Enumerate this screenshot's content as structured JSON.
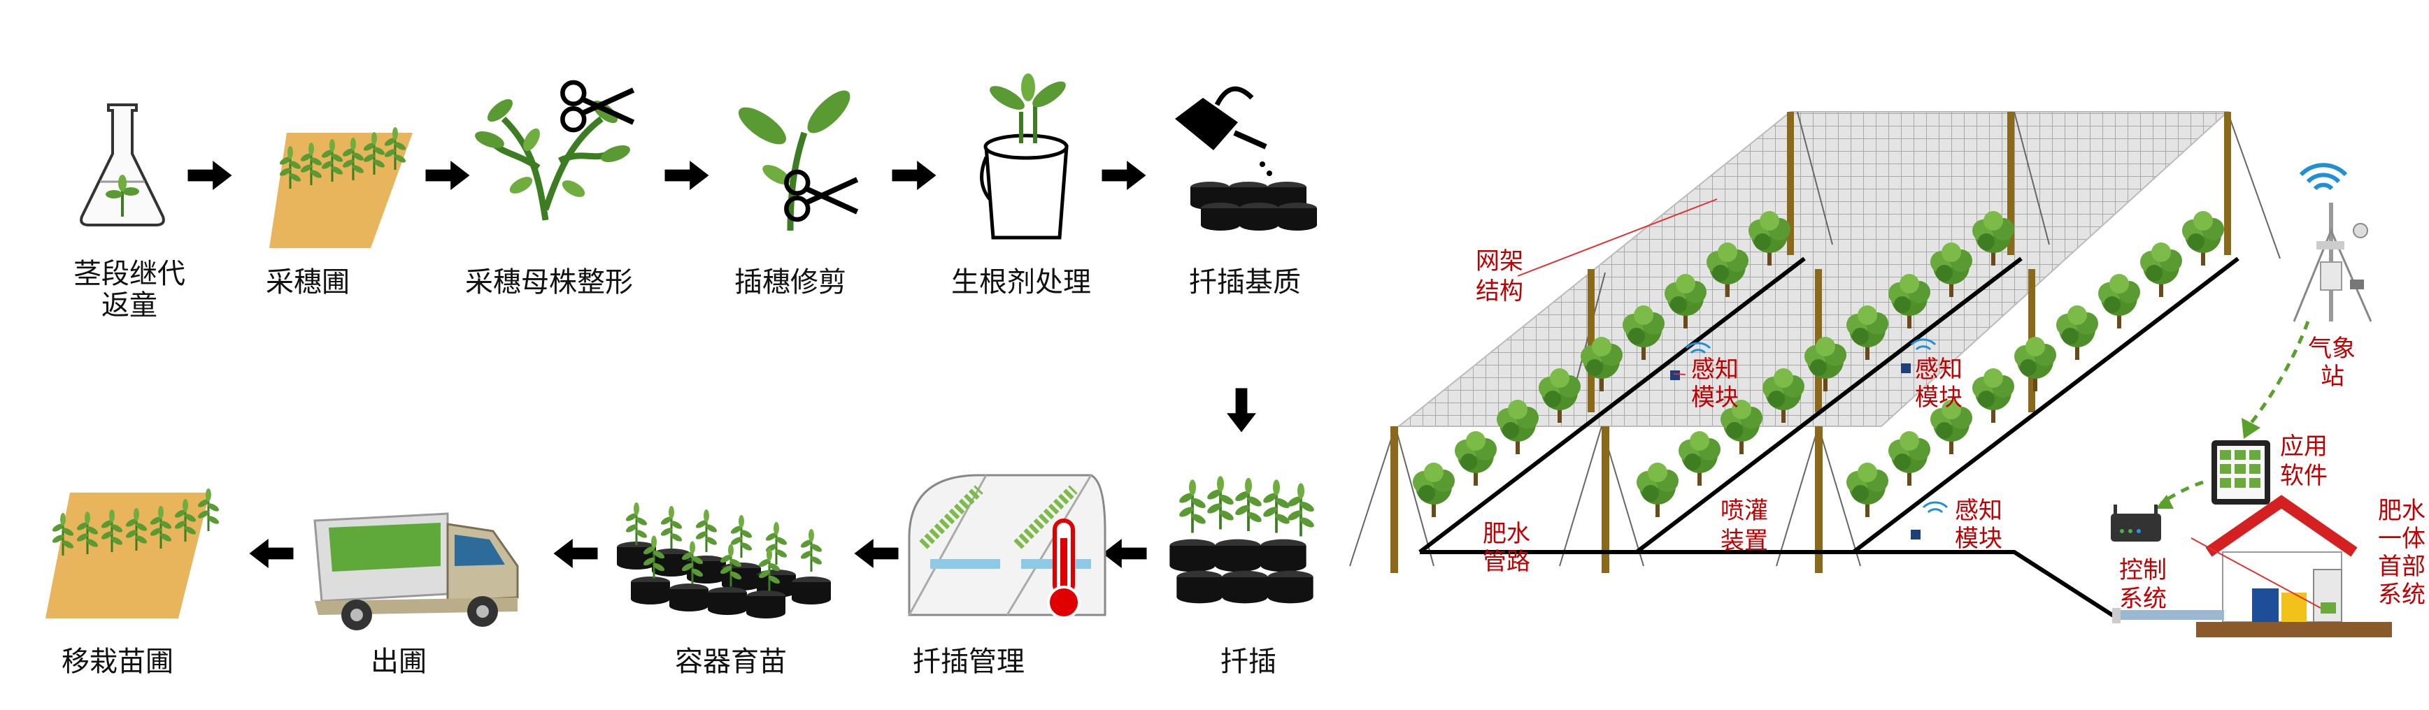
{
  "process_steps": {
    "s1": {
      "line1": "茎段继代",
      "line2": "返童"
    },
    "s2": "采穗圃",
    "s3": "采穗母株整形",
    "s4": "插穗修剪",
    "s5": "生根剂处理",
    "s6": "扦插基质",
    "s7": "扦插",
    "s8": "扦插管理",
    "s9": "容器育苗",
    "s10": "出圃",
    "s11": "移栽苗圃"
  },
  "greenhouse_labels": {
    "frame": {
      "line1": "网架",
      "line2": "结构"
    },
    "sensor1": {
      "line1": "感知",
      "line2": "模块"
    },
    "sensor2": {
      "line1": "感知",
      "line2": "模块"
    },
    "sensor3": {
      "line1": "感知",
      "line2": "模块"
    },
    "pipe": {
      "line1": "肥水",
      "line2": "管路"
    },
    "sprinkler": {
      "line1": "喷灌",
      "line2": "装置"
    },
    "weather": {
      "line1": "气象",
      "line2": "站"
    },
    "app": {
      "line1": "应用",
      "line2": "软件"
    },
    "control": {
      "line1": "控制",
      "line2": "系统"
    },
    "fert_station": {
      "line1": "肥水",
      "line2": "一体",
      "line3": "首部",
      "line4": "系统"
    }
  },
  "colors": {
    "arrow": "#000000",
    "plant_green": "#5a9a32",
    "dark_green": "#2f6e1a",
    "soil_tan": "#e8b55c",
    "post_brown": "#8a6a1a",
    "label_red": "#c00000",
    "wifi_blue": "#1f8fd6",
    "mesh_gray": "#c9c9c9",
    "roof_red": "#d42020"
  },
  "icons": {
    "flask": "erlenmeyer-flask-icon",
    "scissors": "scissors-icon",
    "watering_can": "watering-can-icon",
    "thermometer": "thermometer-icon",
    "truck": "truck-icon",
    "wifi": "wifi-icon",
    "tablet": "tablet-icon",
    "router": "router-icon",
    "house": "house-icon"
  }
}
